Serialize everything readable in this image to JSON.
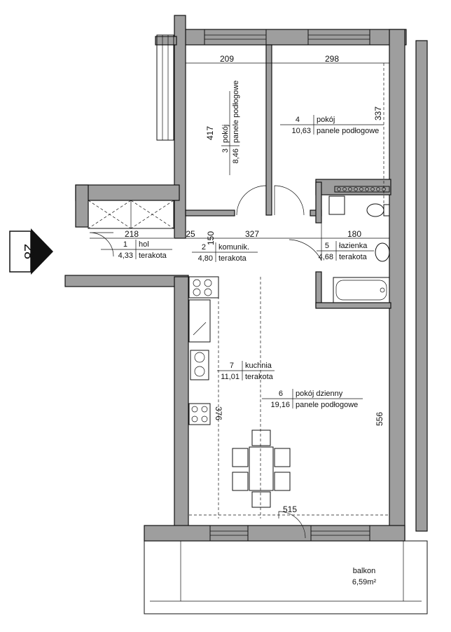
{
  "plan": {
    "unit_number": "28",
    "rooms": [
      {
        "number": "1",
        "name": "hol",
        "area": "4,33",
        "floor": "terakota"
      },
      {
        "number": "2",
        "name": "komunik.",
        "area": "4,80",
        "floor": "terakota"
      },
      {
        "number": "3",
        "name": "pokój",
        "area": "8,46",
        "floor": "panele podłogowe"
      },
      {
        "number": "4",
        "name": "pokój",
        "area": "10,63",
        "floor": "panele podłogowe"
      },
      {
        "number": "5",
        "name": "łazienka",
        "area": "4,68",
        "floor": "terakota"
      },
      {
        "number": "6",
        "name": "pokój dzienny",
        "area": "19,16",
        "floor": "panele podłogowe"
      },
      {
        "number": "7",
        "name": "kuchnia",
        "area": "11,01",
        "floor": "terakota"
      }
    ],
    "dimensions": {
      "room3_width": "209",
      "room4_width": "298",
      "room3_depth": "417",
      "room4_depth": "337",
      "hol_width": "218",
      "wall_gap": "25",
      "corridor_width": "327",
      "bath_width": "180",
      "corridor_depth": "150",
      "kitchen_depth": "376",
      "living_depth": "556",
      "living_width": "515"
    },
    "balcony": {
      "label": "balkon",
      "area": "6,59m²"
    }
  }
}
